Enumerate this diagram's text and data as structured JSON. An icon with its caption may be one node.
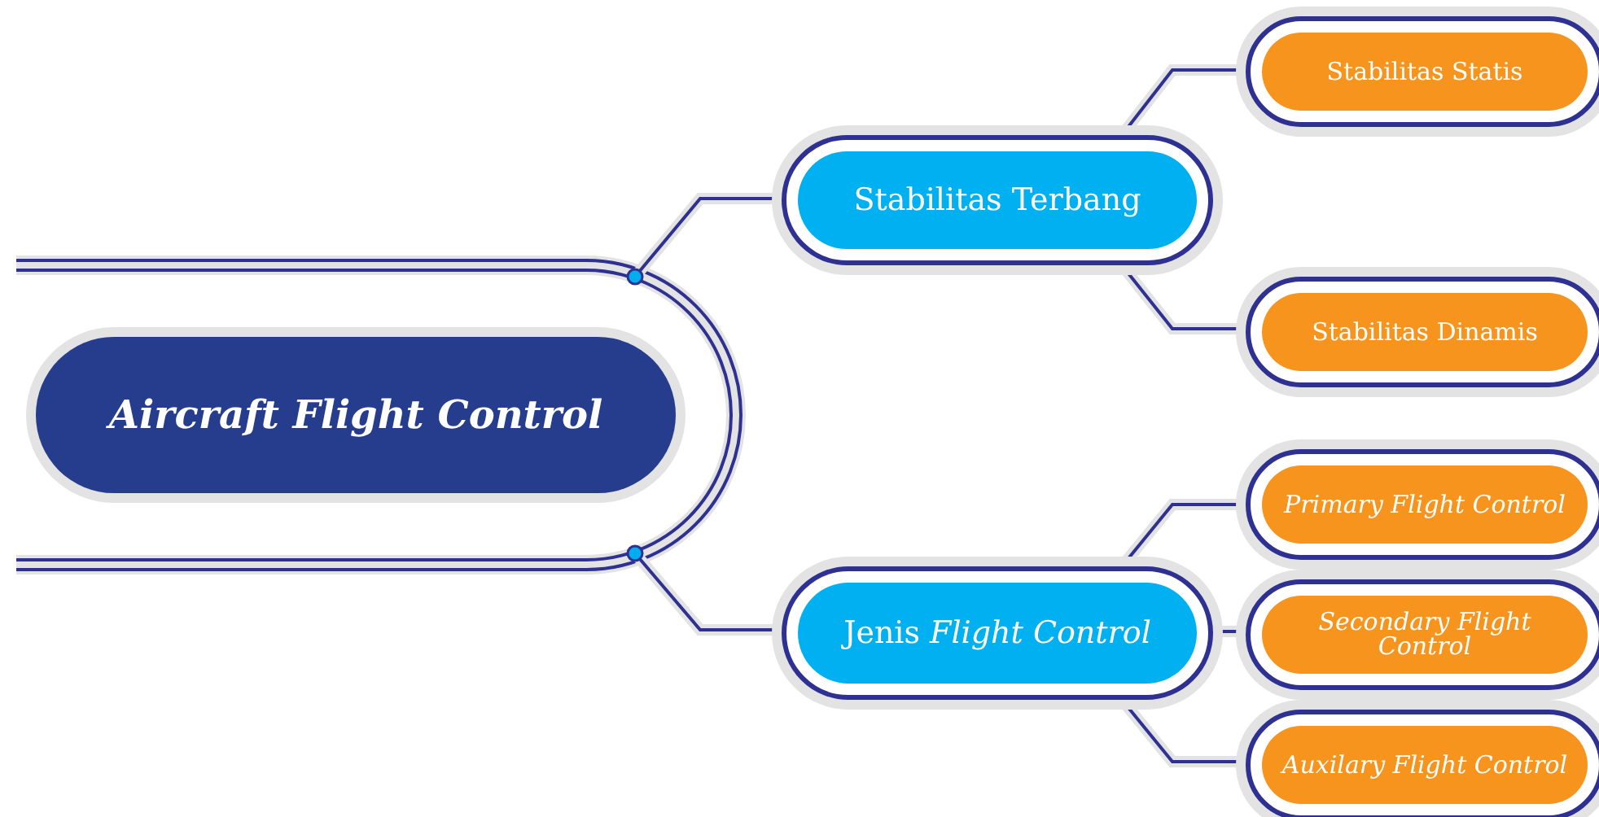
{
  "diagram": {
    "nodes": [
      {
        "text": [
          "Aircraft Flight Control"
        ]
      },
      {
        "text": [
          "Stabilitas Terbang"
        ]
      },
      {
        "text": [
          "Stabilitas Statis"
        ]
      },
      {
        "text": [
          "Stabilitas Dinamis"
        ]
      },
      {
        "text": [
          "Jenis *Flight Control*"
        ]
      },
      {
        "text": [
          "Primary Flight Control"
        ]
      },
      {
        "text": [
          "Secondary Flight Control"
        ]
      },
      {
        "text": [
          "Auxilary Flight Control"
        ]
      }
    ],
    "edges": [
      {
        "from": 0,
        "to": 1,
        "arrow": "other"
      },
      {
        "from": 0,
        "to": 4,
        "arrow": "other"
      },
      {
        "from": 1,
        "to": 2,
        "arrow": "other"
      },
      {
        "from": 1,
        "to": 3,
        "arrow": "other"
      },
      {
        "from": 4,
        "to": 5,
        "arrow": "other"
      },
      {
        "from": 4,
        "to": 6,
        "arrow": "other"
      },
      {
        "from": 4,
        "to": 7,
        "arrow": "other"
      }
    ]
  }
}
